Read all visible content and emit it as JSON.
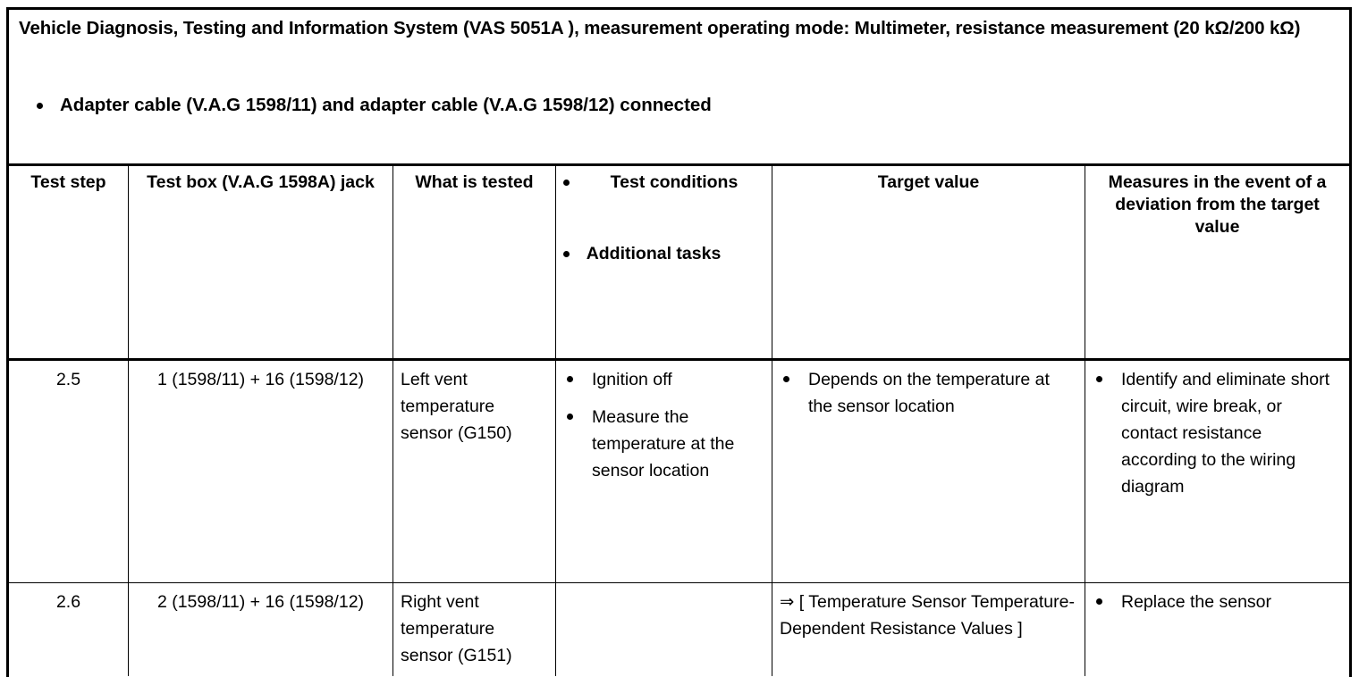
{
  "document": {
    "title": "Vehicle Diagnosis, Testing and Information System (VAS 5051A ), measurement operating mode: Multimeter, resistance measurement (20 kΩ/200 kΩ)",
    "intro_bullet": "Adapter cable (V.A.G 1598/11) and adapter cable (V.A.G 1598/12) connected"
  },
  "table": {
    "headers": {
      "test_step": "Test step",
      "test_box_jack": "Test box (V.A.G 1598A) jack",
      "what_is_tested": "What is tested",
      "test_conditions": "Test conditions",
      "additional_tasks": "Additional tasks",
      "target_value": "Target value",
      "measures": "Measures in the event of a deviation from the target value"
    },
    "rows": [
      {
        "test_step": "2.5",
        "test_box_jack": "1 (1598/11) + 16 (1598/12)",
        "what_is_tested": "Left vent temperature sensor (G150)",
        "test_conditions": [
          "Ignition off",
          "Measure the temperature at the sensor location"
        ],
        "target_value_bullets": [
          "Depends on the temperature at the sensor location"
        ],
        "target_value_text": "",
        "measures": [
          "Identify and eliminate short circuit, wire break, or contact resistance according to the wiring diagram"
        ]
      },
      {
        "test_step": "2.6",
        "test_box_jack": "2 (1598/11) + 16 (1598/12)",
        "what_is_tested": "Right vent temperature sensor (G151)",
        "test_conditions": [],
        "target_value_bullets": [],
        "target_value_text": "⇒ [ Temperature Sensor Temperature-Dependent Resistance Values ]",
        "measures": [
          "Replace the sensor"
        ]
      }
    ]
  },
  "colors": {
    "text": "#000000",
    "background": "#ffffff",
    "border": "#000000"
  }
}
